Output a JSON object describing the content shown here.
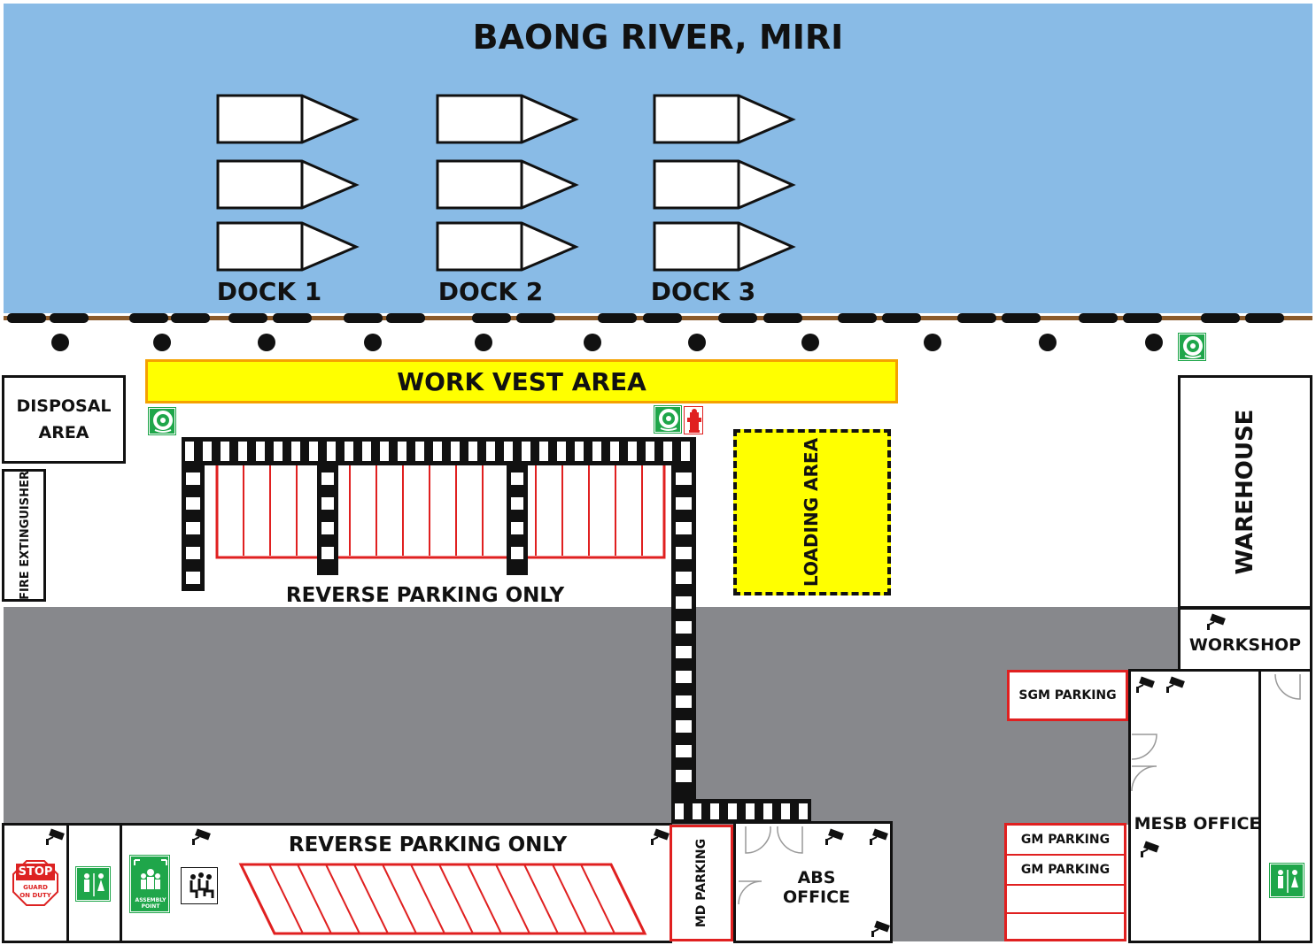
{
  "title": "BAONG RIVER, MIRI",
  "docks": [
    {
      "label": "DOCK 1"
    },
    {
      "label": "DOCK 2"
    },
    {
      "label": "DOCK 3"
    }
  ],
  "zones": {
    "work_vest": "WORK VEST AREA",
    "disposal_line1": "DISPOSAL",
    "disposal_line2": "AREA",
    "fire_extinguisher": "FIRE EXTINGUISHER",
    "loading": "LOADING AREA",
    "warehouse": "WAREHOUSE",
    "workshop": "WORKSHOP",
    "reverse_parking_top": "REVERSE PARKING ONLY",
    "reverse_parking_bottom": "REVERSE PARKING ONLY",
    "sgm_parking": "SGM PARKING",
    "gm_parking_1": "GM PARKING",
    "gm_parking_2": "GM PARKING",
    "mesb_office": "MESB OFFICE",
    "md_parking": "MD PARKING",
    "abs_office": "ABS OFFICE"
  },
  "signs": {
    "stop_top": "STOP",
    "stop_bottom": "GUARD ON DUTY",
    "assembly": "ASSEMBLY POINT"
  },
  "colors": {
    "river": "#89bbe6",
    "road": "#87888c",
    "work_vest": "#ffff00",
    "work_vest_border": "#f5a100",
    "loading": "#ffff00",
    "parking_lines": "#e02020",
    "jetty": "#8b5a2b",
    "sign_green": "#1fa64a"
  },
  "icons": [
    "boat-icon",
    "bollard-icon",
    "lifebuoy-icon",
    "fire-hydrant-icon",
    "cctv-camera-icon",
    "toilet-icon",
    "stop-sign-icon",
    "assembly-point-icon",
    "waiting-area-icon",
    "door-icon"
  ]
}
